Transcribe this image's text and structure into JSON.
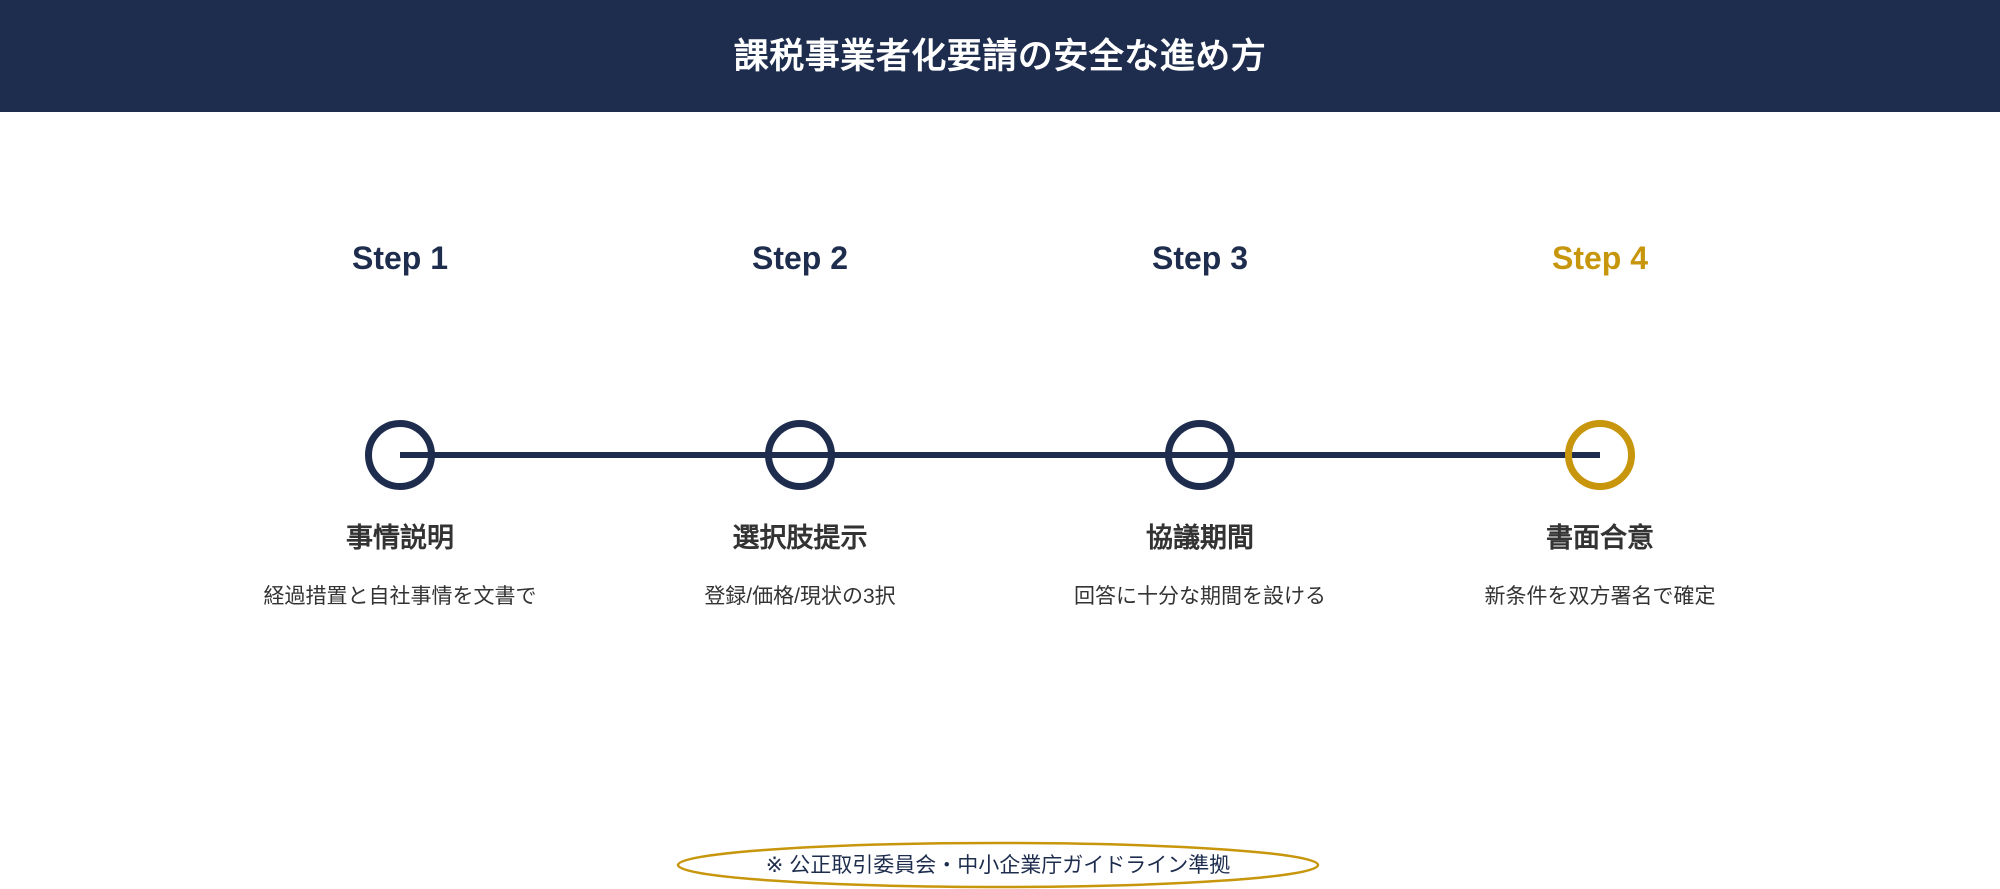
{
  "header": {
    "title": "課税事業者化要請の安全な進め方",
    "background_color": "#1e2d4e",
    "text_color": "#ffffff"
  },
  "theme": {
    "navy": "#1e2d4e",
    "gold": "#c8960c",
    "body_text": "#333333",
    "background": "#ffffff"
  },
  "timeline": {
    "connector_color": "#1e2d4e",
    "steps": [
      {
        "label": "Step 1",
        "title": "事情説明",
        "description": "経過措置と自社事情を文書で",
        "accent_color": "#1e2d4e",
        "node_icon": "circle-outline-icon"
      },
      {
        "label": "Step 2",
        "title": "選択肢提示",
        "description": "登録/価格/現状の3択",
        "accent_color": "#1e2d4e",
        "node_icon": "circle-outline-icon"
      },
      {
        "label": "Step 3",
        "title": "協議期間",
        "description": "回答に十分な期間を設ける",
        "accent_color": "#1e2d4e",
        "node_icon": "circle-outline-icon"
      },
      {
        "label": "Step 4",
        "title": "書面合意",
        "description": "新条件を双方署名で確定",
        "accent_color": "#c8960c",
        "node_icon": "circle-outline-icon"
      }
    ]
  },
  "footnote": {
    "text": "※ 公正取引委員会・中小企業庁ガイドライン準拠",
    "text_color": "#1e2d4e",
    "ellipse_color": "#c8960c"
  }
}
